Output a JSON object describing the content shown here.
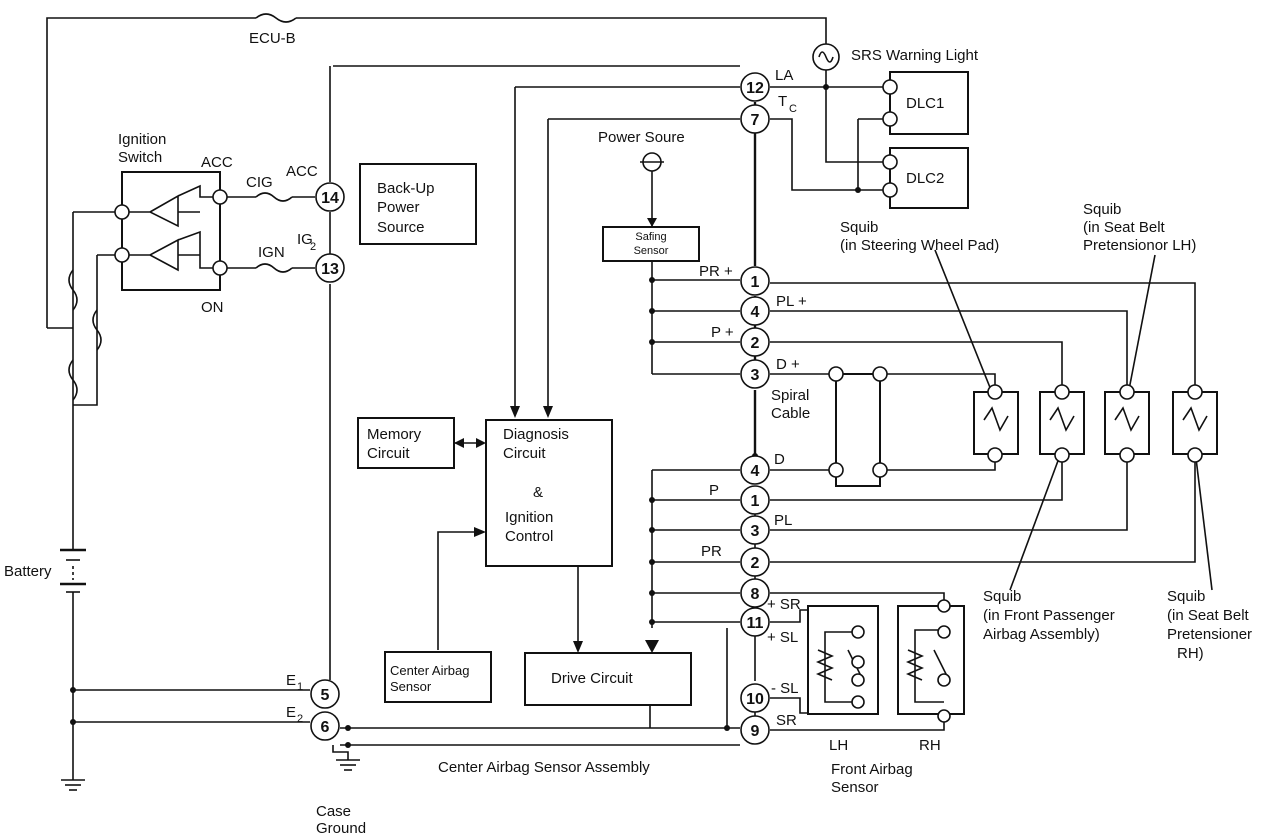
{
  "labels": {
    "ecu_b": "ECU-B",
    "srs_warning_light": "SRS Warning Light",
    "la": "LA",
    "tc": "T",
    "tc_sub": "C",
    "dlc1": "DLC1",
    "dlc2": "DLC2",
    "ignition_switch_line1": "Ignition",
    "ignition_switch_line2": "Switch",
    "acc_switch": "ACC",
    "acc_pin": "ACC",
    "cig": "CIG",
    "ign": "IGN",
    "ig2": "IG",
    "ig2_sub": "2",
    "on": "ON",
    "backup_line1": "Back-Up",
    "backup_line2": "Power",
    "backup_line3": "Source",
    "power_source": "Power Soure",
    "safing_line1": "Safing",
    "safing_line2": "Sensor",
    "pr_plus": "PR +",
    "pl_plus": "PL +",
    "p_plus": "P +",
    "d_plus": "D +",
    "spiral_line1": "Spiral",
    "spiral_line2": "Cable",
    "d": "D",
    "p": "P",
    "pl": "PL",
    "pr": "PR",
    "plus_sr": "+ SR",
    "plus_sl": "+ SL",
    "minus_sl": "- SL",
    "sr": "SR",
    "memory_line1": "Memory",
    "memory_line2": "Circuit",
    "diag_line1": "Diagnosis",
    "diag_line2": "Circuit",
    "diag_line3": "&",
    "diag_line4": "Ignition",
    "diag_line5": "Control",
    "drive_circuit": "Drive Circuit",
    "center_sensor_line1": "Center Airbag",
    "center_sensor_line2": "Sensor",
    "battery": "Battery",
    "e1": "E",
    "e1_sub": "1",
    "e2": "E",
    "e2_sub": "2",
    "center_assembly": "Center Airbag Sensor Assembly",
    "case_ground_line1": "Case",
    "case_ground_line2": "Ground",
    "lh": "LH",
    "rh": "RH",
    "front_sensor_line1": "Front Airbag",
    "front_sensor_line2": "Sensor",
    "squib_steering_line1": "Squib",
    "squib_steering_line2": "(in Steering Wheel Pad)",
    "squib_pret_lh_line1": "Squib",
    "squib_pret_lh_line2": "(in Seat Belt",
    "squib_pret_lh_line3": "Pretensionor LH)",
    "squib_pass_line1": "Squib",
    "squib_pass_line2": "(in Front Passenger",
    "squib_pass_line3": "Airbag Assembly)",
    "squib_pret_rh_line1": "Squib",
    "squib_pret_rh_line2": "(in Seat Belt",
    "squib_pret_rh_line3": "Pretensioner",
    "squib_pret_rh_line4": "RH)"
  },
  "pins": {
    "la": "12",
    "tc": "7",
    "acc": "14",
    "ig2": "13",
    "pr_plus": "1",
    "pl_plus": "4",
    "p_plus": "2",
    "d_plus": "3",
    "d": "4",
    "p": "1",
    "pl": "3",
    "pr": "2",
    "plus_sr": "8",
    "plus_sl": "11",
    "minus_sl": "10",
    "sr": "9",
    "e1": "5",
    "e2": "6"
  },
  "icons": {
    "fuse": "fuse-icon",
    "lamp": "lamp-icon",
    "battery": "battery-icon",
    "ground": "ground-icon",
    "squib": "squib-icon",
    "switch": "switch-icon"
  }
}
